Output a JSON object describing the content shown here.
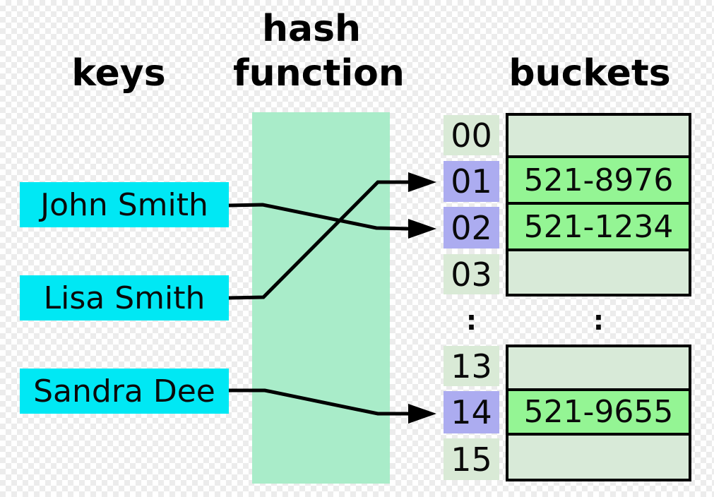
{
  "titles": {
    "keys": "keys",
    "hash_line1": "hash",
    "hash_line2": "function",
    "buckets": "buckets"
  },
  "keys": [
    {
      "label": "John Smith"
    },
    {
      "label": "Lisa Smith"
    },
    {
      "label": "Sandra Dee"
    }
  ],
  "index_column": {
    "top": [
      {
        "label": "00",
        "highlight": false
      },
      {
        "label": "01",
        "highlight": true
      },
      {
        "label": "02",
        "highlight": true
      },
      {
        "label": "03",
        "highlight": false
      }
    ],
    "ellipsis": ":",
    "bottom": [
      {
        "label": "13",
        "highlight": false
      },
      {
        "label": "14",
        "highlight": true
      },
      {
        "label": "15",
        "highlight": false
      }
    ]
  },
  "bucket_tables": {
    "top": {
      "rows": [
        {
          "value": ""
        },
        {
          "value": "521-8976"
        },
        {
          "value": "521-1234"
        },
        {
          "value": ""
        }
      ]
    },
    "ellipsis": ":",
    "bottom": {
      "rows": [
        {
          "value": ""
        },
        {
          "value": "521-9655"
        },
        {
          "value": ""
        }
      ]
    }
  },
  "arrows": [
    {
      "from": "John Smith",
      "to_index": "02"
    },
    {
      "from": "Lisa Smith",
      "to_index": "01"
    },
    {
      "from": "Sandra Dee",
      "to_index": "14"
    }
  ],
  "colors": {
    "key_box": "#00e8f4",
    "hash_box": "#a9ecc9",
    "index_normal": "#d9ead6",
    "index_highlight": "#acacf0",
    "bucket_empty": "#d8ead8",
    "bucket_filled": "#94f594",
    "ink": "#000000"
  }
}
